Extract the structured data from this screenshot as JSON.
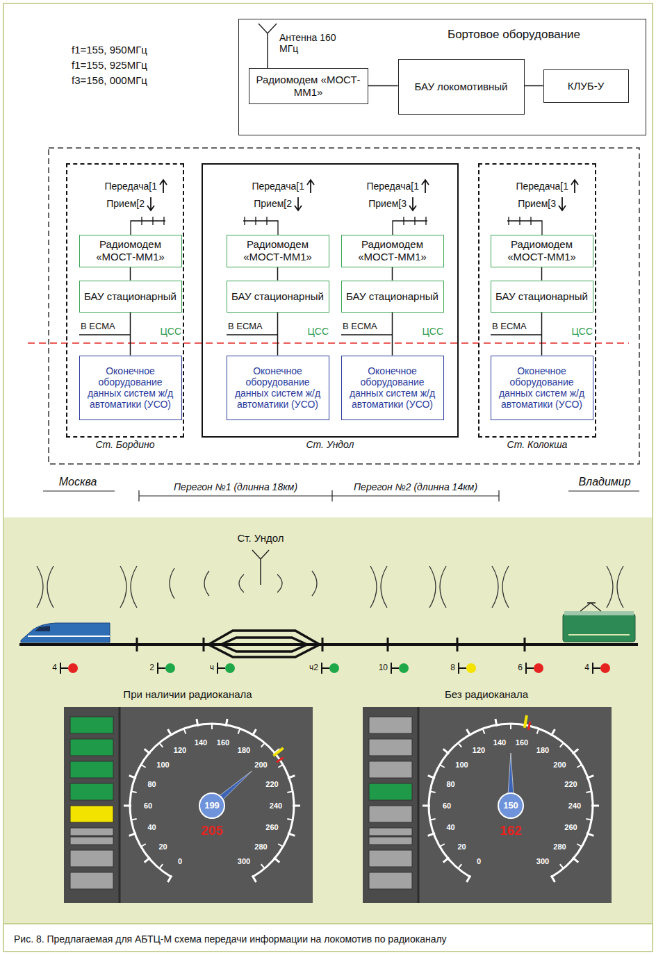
{
  "diagram": {
    "caption": "Рис. 8. Предлагаемая для АБТЦ-М схема передачи информации на локомотив по радиоканалу",
    "nodes": [
      {
        "text": [
          "Бортовое оборудование"
        ]
      },
      {
        "text": [
          "Радиомодем «МОСТ-ММ1»"
        ],
        "in": 0
      },
      {
        "text": [
          "БАУ локомотивный"
        ],
        "in": 0
      },
      {
        "text": [
          "КЛУБ-У"
        ],
        "in": 0
      },
      {
        "text": [
          "Ст. Бордино"
        ]
      },
      {
        "text": [
          "Радиомодем «МОСТ-ММ1»"
        ],
        "in": 4
      },
      {
        "text": [
          "БАУ стационарный"
        ],
        "in": 4
      },
      {
        "text": [
          "Оконечное оборудование данных систем ж/д автоматики (УСО)"
        ],
        "in": 4
      },
      {
        "text": [
          "Ст. Ундол"
        ]
      },
      {
        "text": [
          "Радиомодем «МОСТ-ММ1»"
        ],
        "in": 8
      },
      {
        "text": [
          "БАУ стационарный"
        ],
        "in": 8
      },
      {
        "text": [
          "Оконечное оборудование данных систем ж/д автоматики (УСО)"
        ],
        "in": 8
      },
      {
        "text": [
          "Радиомодем «МОСТ-ММ1»"
        ],
        "in": 8
      },
      {
        "text": [
          "БАУ стационарный"
        ],
        "in": 8
      },
      {
        "text": [
          "Оконечное оборудование данных систем ж/д автоматики (УСО)"
        ],
        "in": 8
      },
      {
        "text": [
          "Ст. Колокша"
        ]
      },
      {
        "text": [
          "Радиомодем «МОСТ-ММ1»"
        ],
        "in": 15
      },
      {
        "text": [
          "БАУ стационарный"
        ],
        "in": 15
      },
      {
        "text": [
          "Оконечное оборудование данных систем ж/д автоматики (УСО)"
        ],
        "in": 15
      }
    ],
    "edges": [
      {
        "from": 1,
        "to": 2,
        "arrow": "none"
      },
      {
        "from": 2,
        "to": 3,
        "arrow": "none"
      },
      {
        "from": 5,
        "to": 6,
        "arrow": "none"
      },
      {
        "from": 6,
        "to": 7,
        "arrow": "none"
      },
      {
        "from": 9,
        "to": 10,
        "arrow": "none"
      },
      {
        "from": 10,
        "to": 11,
        "arrow": "none"
      },
      {
        "from": 12,
        "to": 13,
        "arrow": "none"
      },
      {
        "from": 13,
        "to": 14,
        "arrow": "none"
      },
      {
        "from": 16,
        "to": 17,
        "arrow": "none"
      },
      {
        "from": 17,
        "to": 18,
        "arrow": "none"
      }
    ],
    "labels": [
      "f1=155, 950МГц",
      "f1=155, 925МГц",
      "f3=156, 000МГц",
      "Антенна 160 МГц",
      "Передача[1",
      "Прием[2",
      "В ЕСМА",
      "ЦСС",
      "Передача[1",
      "Прием[2",
      "В ЕСМА",
      "ЦСС",
      "Передача[1",
      "Прием[3",
      "В ЕСМА",
      "ЦСС",
      "Передача[1",
      "Прием[3",
      "В ЕСМА",
      "ЦСС",
      "Москва",
      "Владимир",
      "Перегон №1 (длинна 18км)",
      "Перегон №2 (длинна 14км)",
      "Ст. Ундол",
      "4",
      "2",
      "ч",
      "ч2",
      "10",
      "8",
      "6",
      "4",
      "При наличии радиоканала",
      "Без радиоканала",
      "0",
      "20",
      "40",
      "60",
      "80",
      "100",
      "120",
      "140",
      "160",
      "180",
      "200",
      "220",
      "240",
      "260",
      "280",
      "300",
      "199",
      "205",
      "0",
      "20",
      "40",
      "60",
      "80",
      "100",
      "120",
      "140",
      "160",
      "180",
      "200",
      "220",
      "240",
      "260",
      "280",
      "300",
      "150",
      "162"
    ]
  }
}
